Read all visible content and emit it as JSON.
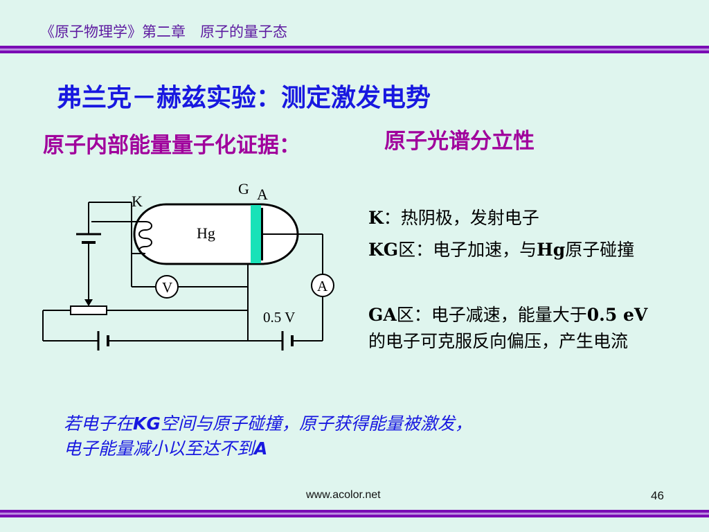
{
  "header": {
    "text": "《原子物理学》第二章　原子的量子态"
  },
  "title": "弗兰克－赫兹实验：测定激发电势",
  "left_subhead": "原子内部能量量子化证据：",
  "right_subhead": "原子光谱分立性",
  "circuit": {
    "label_k": "K",
    "label_g": "G",
    "label_a_grid": "A",
    "label_hg": "Hg",
    "label_v": "V",
    "label_ammeter": "A",
    "label_voltage": "0.5 V"
  },
  "descriptions": {
    "k": {
      "term": "K",
      "text": "：热阴极，发射电子"
    },
    "kg": {
      "term": "KG",
      "text_before": "区：电子加速，与",
      "term2": "Hg",
      "text_after": "原子碰撞"
    },
    "ga": {
      "term": "GA",
      "text_before": "区：电子减速，能量大于",
      "term2": "0.5 eV",
      "text_after": "的电子可克服反向偏压，产生电流"
    }
  },
  "note": {
    "line1_before": "若电子在",
    "line1_term": "KG",
    "line1_after": "空间与原子碰撞，原子获得能量被激发，",
    "line2_before": "电子能量减小以至达不到",
    "line2_term": "A"
  },
  "footer": {
    "url": "www.acolor.net",
    "page": "46"
  },
  "colors": {
    "background": "#dff5ee",
    "band_purple": "#7a0cb4",
    "band_lilac": "#b98be0",
    "title_blue": "#1818e0",
    "subhead_magenta": "#a0009c",
    "grid_cyan": "#19e2b8"
  }
}
